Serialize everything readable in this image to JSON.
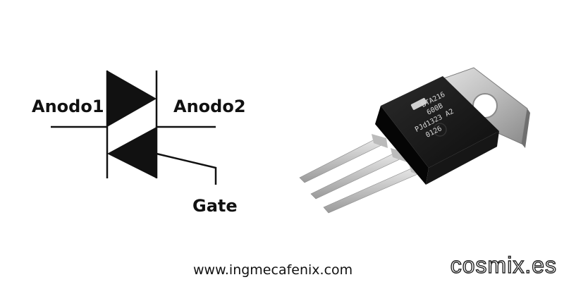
{
  "symbol": {
    "anode1_label": "Anodo1",
    "anode2_label": "Anodo2",
    "gate_label": "Gate"
  },
  "component": {
    "markings": {
      "line1": "BTA216",
      "line2": "600B",
      "line3": "PJd1323 A2",
      "line4": "0126"
    }
  },
  "footer": {
    "website": "www.ingmecafenix.com",
    "watermark": "cosmix.es"
  }
}
